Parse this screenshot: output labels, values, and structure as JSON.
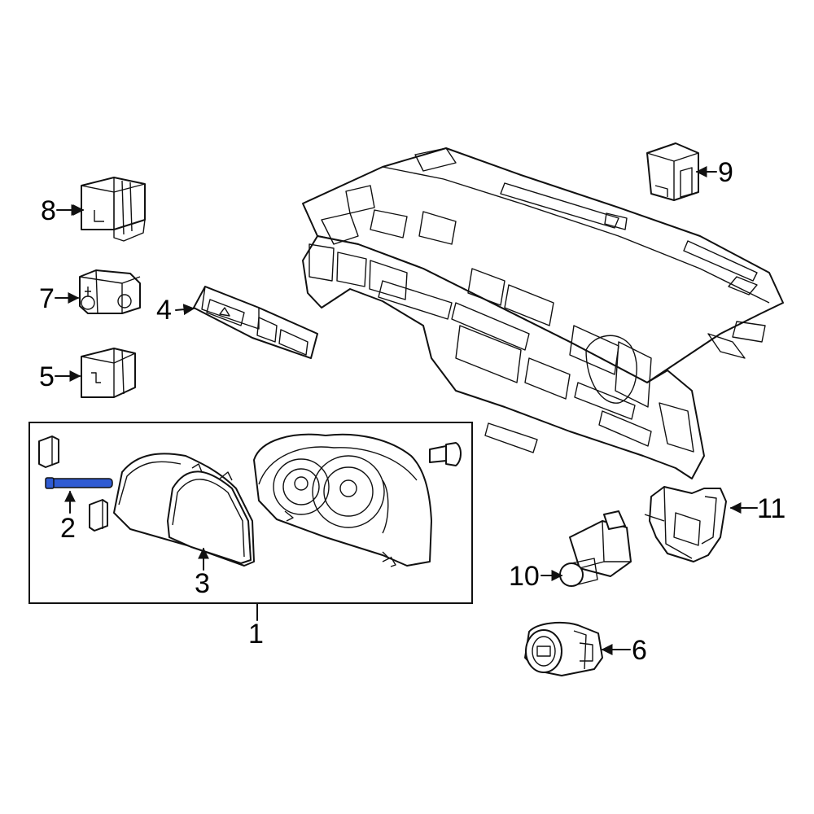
{
  "diagram": {
    "highlight_color": "#2f5bd3",
    "callouts": [
      {
        "id": "1",
        "text": "1"
      },
      {
        "id": "2",
        "text": "2"
      },
      {
        "id": "3",
        "text": "3"
      },
      {
        "id": "4",
        "text": "4"
      },
      {
        "id": "5",
        "text": "5"
      },
      {
        "id": "6",
        "text": "6"
      },
      {
        "id": "7",
        "text": "7"
      },
      {
        "id": "8",
        "text": "8"
      },
      {
        "id": "9",
        "text": "9"
      },
      {
        "id": "10",
        "text": "10"
      },
      {
        "id": "11",
        "text": "11"
      }
    ]
  }
}
